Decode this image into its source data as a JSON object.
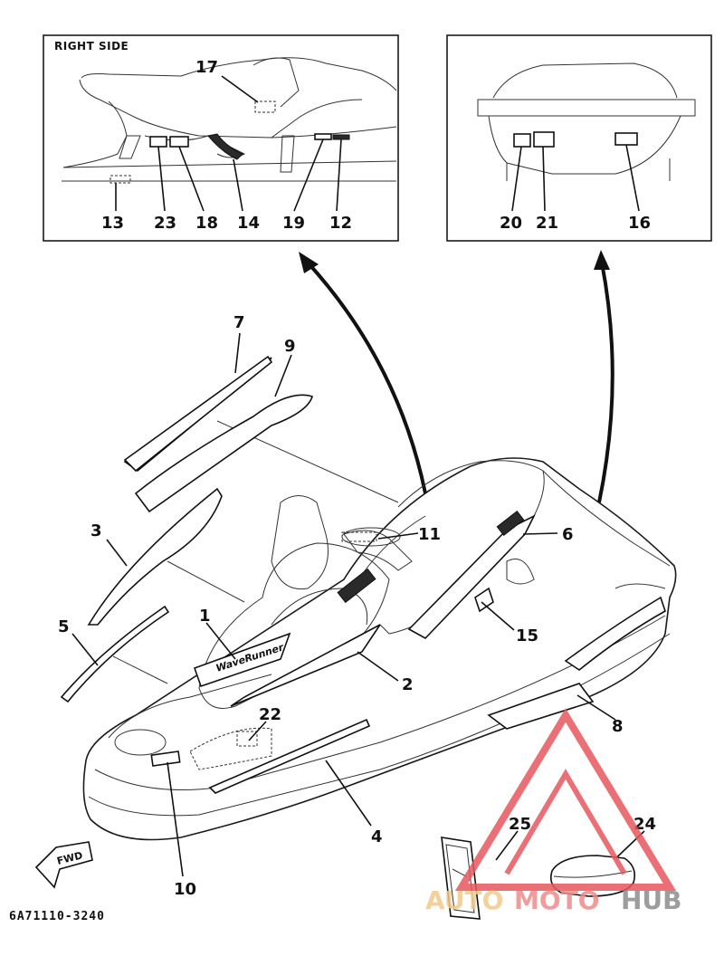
{
  "inset_left": {
    "title": "RIGHT SIDE"
  },
  "part_numbers": {
    "p1": "1",
    "p2": "2",
    "p3": "3",
    "p4": "4",
    "p5": "5",
    "p6": "6",
    "p7": "7",
    "p8": "8",
    "p9": "9",
    "p10": "10",
    "p11": "11",
    "p12": "12",
    "p13": "13",
    "p14": "14",
    "p15": "15",
    "p16": "16",
    "p17": "17",
    "p18": "18",
    "p19": "19",
    "p20": "20",
    "p21": "21",
    "p22": "22",
    "p23": "23",
    "p24": "24",
    "p25": "25"
  },
  "forward_marker": "FWD",
  "drawing_code": "6A71110-3240",
  "watermark": {
    "auto": "AUTO",
    "moto": "MOTO",
    "hub": "HUB",
    "color_auto": "#f3c98a",
    "color_moto": "#f08a8a",
    "color_hub": "#8c8c8c",
    "triangle_color": "#e8585f"
  }
}
